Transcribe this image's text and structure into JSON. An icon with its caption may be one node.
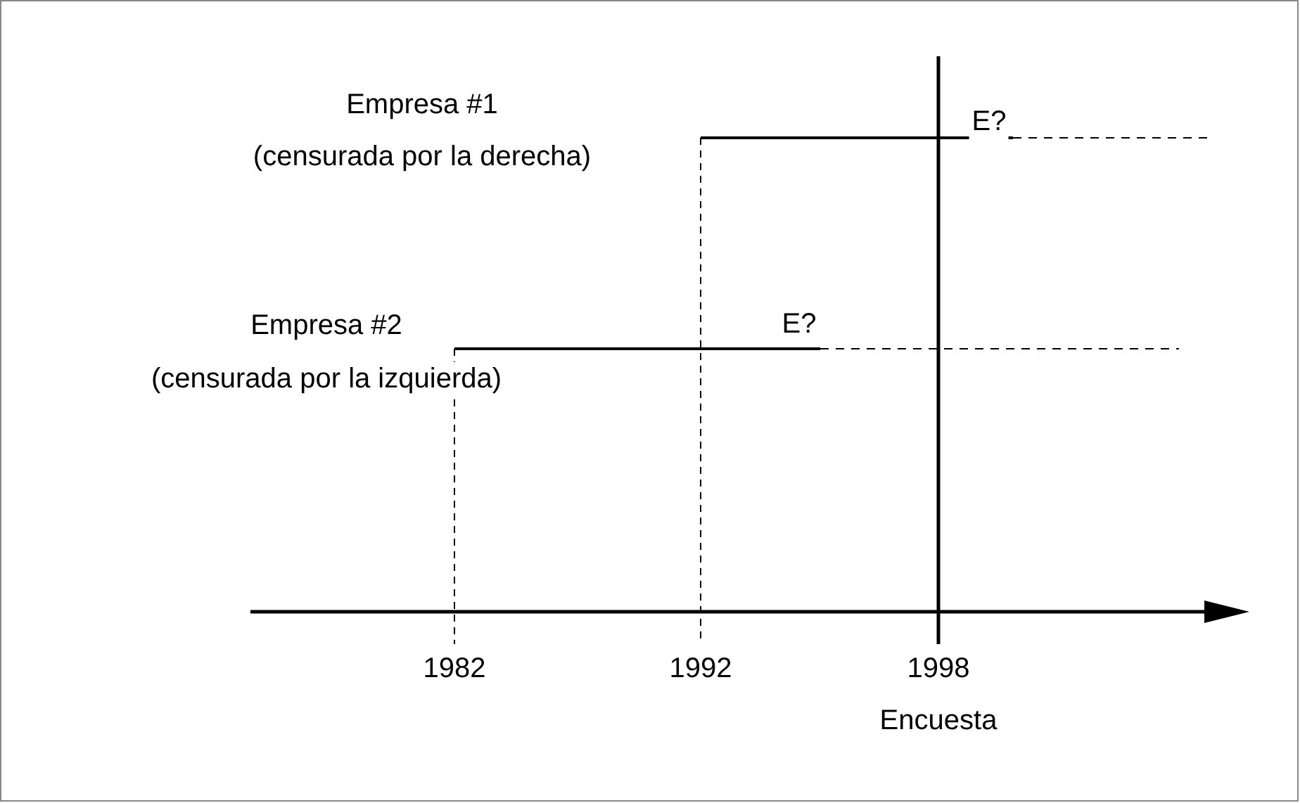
{
  "diagram": {
    "labels": [
      "E?",
      "Empresa #1",
      "(censurada por la derecha)",
      "E?",
      "Empresa #2",
      "(censurada por la izquierda)",
      "1982",
      "1992",
      "1998",
      "Encuesta"
    ]
  }
}
